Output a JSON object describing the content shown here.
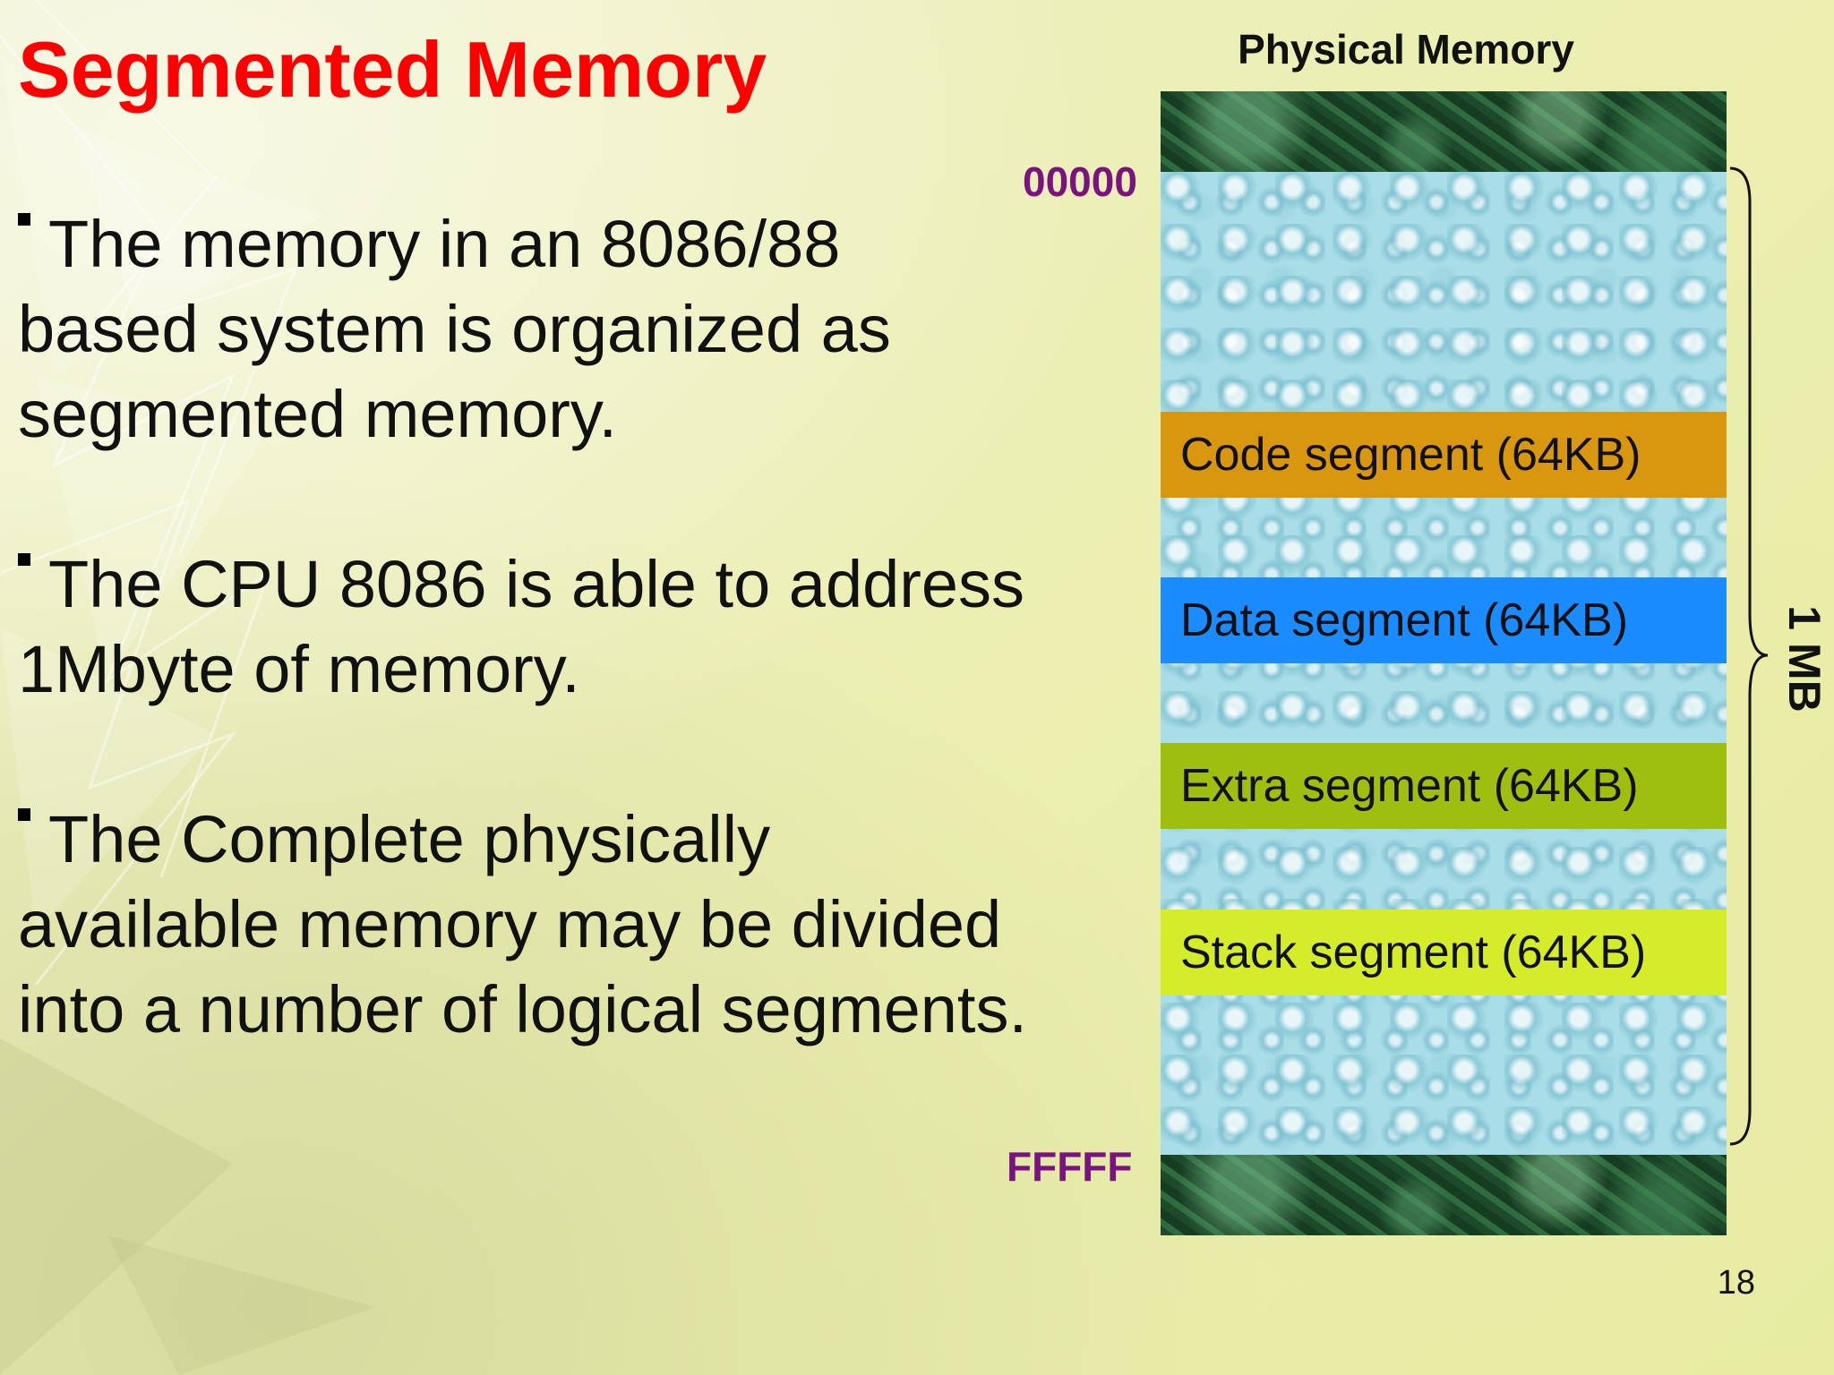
{
  "slide": {
    "title": "Segmented Memory",
    "bullets": [
      "The memory in an 8086/88 based system is organized as segmented memory.",
      "The CPU 8086 is able to address 1Mbyte of memory.",
      "The Complete physically available memory may be divided into a number of logical segments."
    ],
    "page_number": "18"
  },
  "diagram": {
    "title": "Physical Memory",
    "start_address": "00000",
    "end_address": "FFFFF",
    "total_size": "1 MB",
    "segments": [
      {
        "label": "Code segment (64KB)",
        "color": "#d9970f"
      },
      {
        "label": "Data segment (64KB)",
        "color": "#1a8cff"
      },
      {
        "label": "Extra segment (64KB)",
        "color": "#9ebf10"
      },
      {
        "label": "Stack segment (64KB)",
        "color": "#d4ec2a"
      }
    ],
    "colors": {
      "title": "#ff0000",
      "address": "#7a1380",
      "water": "#a9dde7",
      "marble": "#1f5130"
    }
  }
}
